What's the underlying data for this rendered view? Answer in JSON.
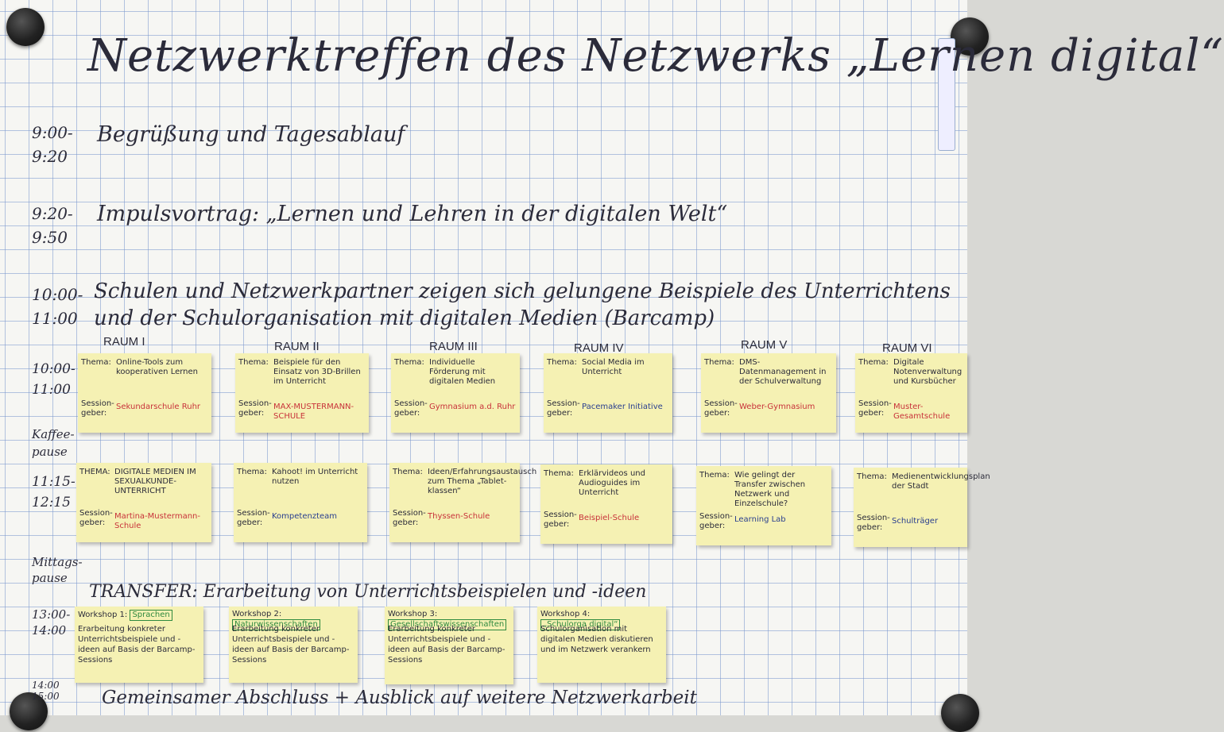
{
  "title": "Netzwerktreffen des Netzwerks „Lernen digital“",
  "sticker_text": "",
  "agenda": [
    {
      "time": "9:00-\n9:20",
      "text": "Begrüßung und Tagesablauf"
    },
    {
      "time": "9:20-\n9:50",
      "text": "Impulsvortrag: „Lernen und Lehren in der digitalen Welt“"
    },
    {
      "time": "10:00-\n11:00",
      "text": "Schulen und Netzwerkpartner zeigen sich gelungene Beispiele des Unterrichtens",
      "text2": "und der Schulorganisation mit digitalen Medien (Barcamp)"
    }
  ],
  "rooms": [
    "RAUM I",
    "RAUM II",
    "RAUM III",
    "RAUM IV",
    "RAUM V",
    "RAUM VI"
  ],
  "slot_times": {
    "first": "10:00-\n11:00",
    "break1": "Kaffee-\npause",
    "second": "11:15-\n12:15",
    "lunch": "Mittags-\npause",
    "transfer": "13:00-\n14:00",
    "end": "14:00\n15:00"
  },
  "labels": {
    "thema": "Thema:",
    "thema_caps": "THEMA:",
    "session": "Session-\ngeber:"
  },
  "row1": [
    {
      "topic": "Online-Tools zum kooperativen Lernen",
      "giver": "Sekundarschule Ruhr",
      "color": "red"
    },
    {
      "topic": "Beispiele für den Einsatz von 3D-Brillen im Unterricht",
      "giver": "MAX-MUSTERMANN-SCHULE",
      "color": "red"
    },
    {
      "topic": "Individuelle Förderung mit digitalen Medien",
      "giver": "Gymnasium a.d. Ruhr",
      "color": "red"
    },
    {
      "topic": "Social Media im Unterricht",
      "giver": "Pacemaker Initiative",
      "color": "blue"
    },
    {
      "topic": "DMS-Datenmanagement in der Schulverwaltung",
      "giver": "Weber-Gymnasium",
      "color": "red"
    },
    {
      "topic": "Digitale Notenverwaltung und Kursbücher",
      "giver": "Muster-Gesamtschule",
      "color": "red"
    }
  ],
  "row2": [
    {
      "topic": "DIGITALE MEDIEN IM SEXUALKUNDE-UNTERRICHT",
      "giver": "Martina-Mustermann-Schule",
      "color": "red",
      "caps": true
    },
    {
      "topic": "Kahoot! im Unterricht nutzen",
      "giver": "Kompetenzteam",
      "color": "blue"
    },
    {
      "topic": "Ideen/Erfahrungsaustausch zum Thema „Tablet-klassen“",
      "giver": "Thyssen-Schule",
      "color": "red"
    },
    {
      "topic": "Erklärvideos und Audioguides im Unterricht",
      "giver": "Beispiel-Schule",
      "color": "red"
    },
    {
      "topic": "Wie gelingt der Transfer zwischen Netzwerk und Einzelschule?",
      "giver": "Learning Lab",
      "color": "blue"
    },
    {
      "topic": "Medienentwicklungsplan der Stadt",
      "giver": "Schulträger",
      "color": "blue"
    }
  ],
  "transfer_heading": "TRANSFER: Erarbeitung von Unterrichtsbeispielen und -ideen",
  "workshops": [
    {
      "head": "Workshop 1:",
      "subject": "Sprachen",
      "body": "Erarbeitung konkreter Unterrichtsbeispiele und -ideen auf Basis der Barcamp-Sessions"
    },
    {
      "head": "Workshop 2:",
      "subject": "Naturwissenschaften",
      "body": "Erarbeitung konkreter Unterrichtsbeispiele und -ideen auf Basis der Barcamp-Sessions"
    },
    {
      "head": "Workshop 3:",
      "subject": "Gesellschaftswissenschaften",
      "body": "Erarbeitung konkreter Unterrichtsbeispiele und -ideen auf Basis der Barcamp-Sessions"
    },
    {
      "head": "Workshop 4:",
      "subject": "„Schulorga digital“",
      "body": "Schulorganisation mit digitalen Medien diskutieren und im Netzwerk verankern"
    }
  ],
  "closing": "Gemeinsamer Abschluss + Ausblick auf weitere Netzwerkarbeit"
}
